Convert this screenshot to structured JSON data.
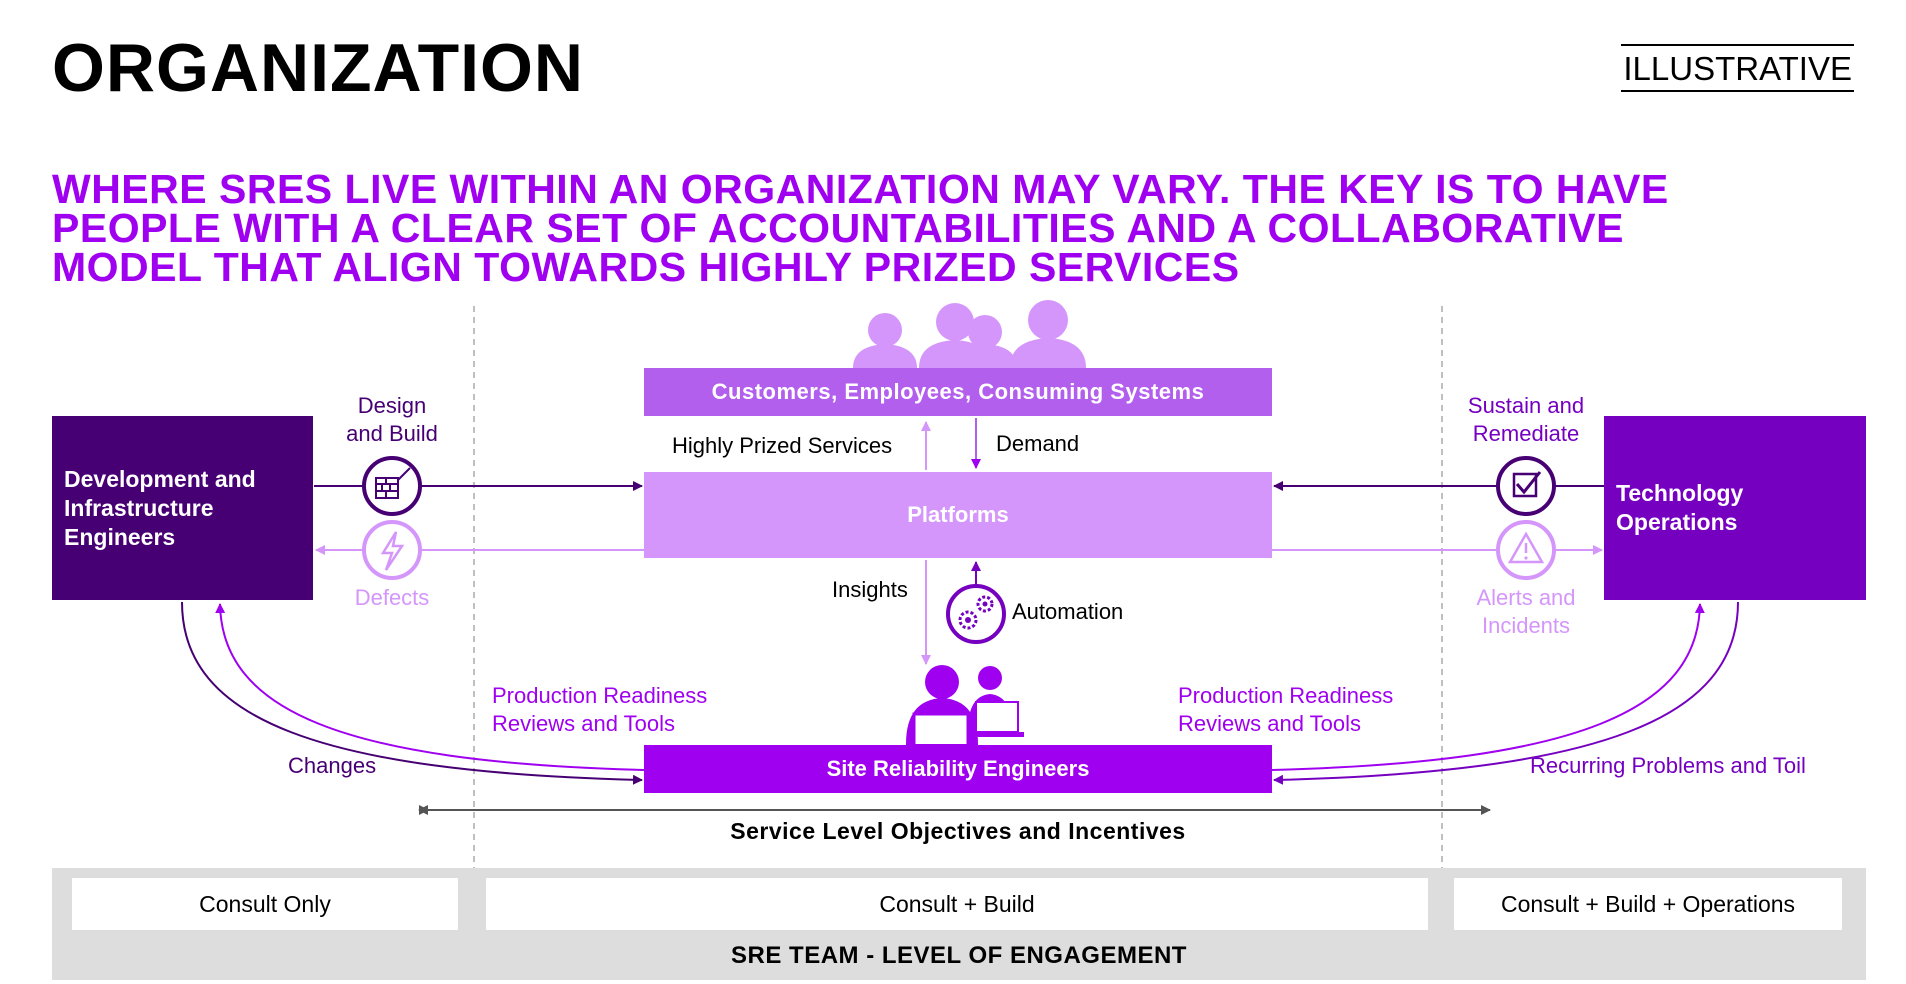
{
  "header": {
    "title": "ORGANIZATION",
    "tag": "ILLUSTRATIVE"
  },
  "headline": {
    "lines": [
      "WHERE SRES LIVE WITHIN AN ORGANIZATION MAY VARY. THE KEY IS TO HAVE",
      "PEOPLE WITH A CLEAR SET OF ACCOUNTABILITIES AND A COLLABORATIVE",
      "MODEL THAT ALIGN TOWARDS HIGHLY PRIZED SERVICES"
    ]
  },
  "boxes": {
    "customers": "Customers, Employees, Consuming Systems",
    "platforms": "Platforms",
    "sre": "Site Reliability Engineers",
    "dev_line1": "Development and",
    "dev_line2": "Infrastructure",
    "dev_line3": "Engineers",
    "ops_line1": "Technology",
    "ops_line2": "Operations"
  },
  "labels": {
    "highly_prized": "Highly Prized Services",
    "demand": "Demand",
    "insights": "Insights",
    "automation": "Automation",
    "design_line1": "Design",
    "design_line2": "and Build",
    "defects": "Defects",
    "sustain_line1": "Sustain and",
    "sustain_line2": "Remediate",
    "alerts_line1": "Alerts and",
    "alerts_line2": "Incidents",
    "prr_left_line1": "Production Readiness",
    "prr_left_line2": "Reviews and Tools",
    "prr_right_line1": "Production Readiness",
    "prr_right_line2": "Reviews and Tools",
    "changes": "Changes",
    "recurring": "Recurring Problems and Toil",
    "slo": "Service Level Objectives and Incentives"
  },
  "engagement": {
    "levels": [
      "Consult Only",
      "Consult + Build",
      "Consult + Build + Operations"
    ],
    "title": "SRE TEAM - LEVEL OF ENGAGEMENT"
  },
  "icons": {
    "people": "people-group-icon",
    "build": "brick-wall-build-icon",
    "defect": "lightning-icon",
    "sustain": "checkbox-icon",
    "alert": "warning-triangle-icon",
    "automation": "gears-icon",
    "engineers": "engineers-at-laptop-icon"
  },
  "colors": {
    "dark_purple": "#460073",
    "purple": "#7500c0",
    "vivid_purple": "#a000f0",
    "mid_purple": "#b35fee",
    "light_purple": "#d596fb",
    "grey": "#dddddd"
  }
}
